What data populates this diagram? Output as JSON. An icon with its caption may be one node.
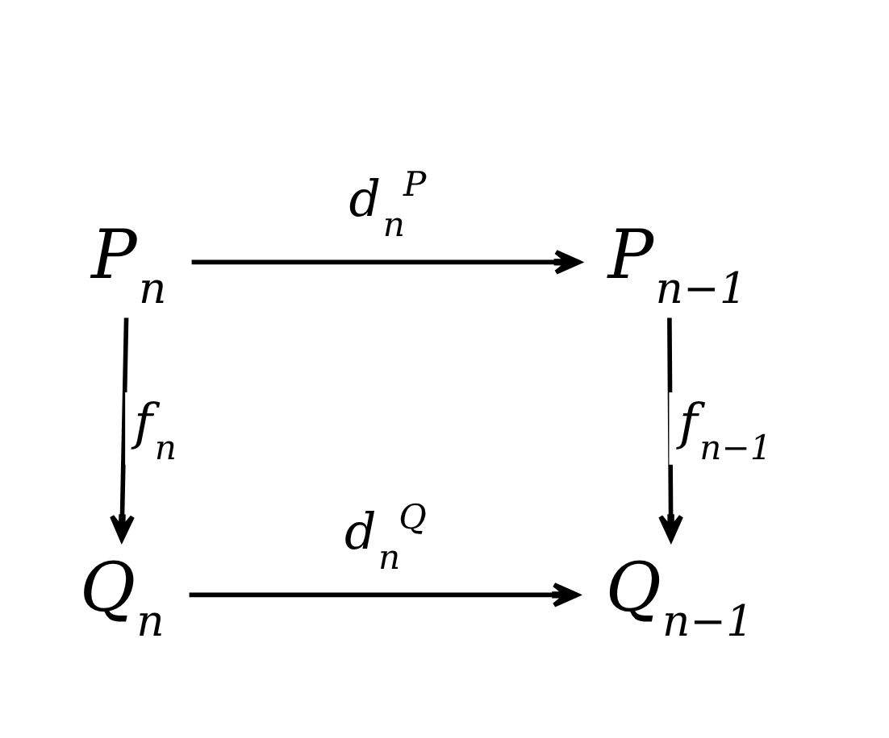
{
  "diagram": {
    "nodes": [
      {
        "text": [
          "P$_{n}$"
        ]
      },
      {
        "text": [
          "P$_{n−1}$"
        ]
      },
      {
        "text": [
          "Q$_{n}$"
        ]
      },
      {
        "text": [
          "Q$_{n−1}$"
        ]
      }
    ],
    "edges": [
      {
        "from": 0,
        "to": 1,
        "arrow": "to",
        "label": "d$_{n}$$^{P}$"
      },
      {
        "from": 0,
        "to": 2,
        "arrow": "to",
        "label": "f$_{n}$"
      },
      {
        "from": 1,
        "to": 3,
        "arrow": "to",
        "label": "f$_{n−1}$"
      },
      {
        "from": 2,
        "to": 3,
        "arrow": "to",
        "label": "d$_{n}$$^{Q}$"
      }
    ]
  }
}
